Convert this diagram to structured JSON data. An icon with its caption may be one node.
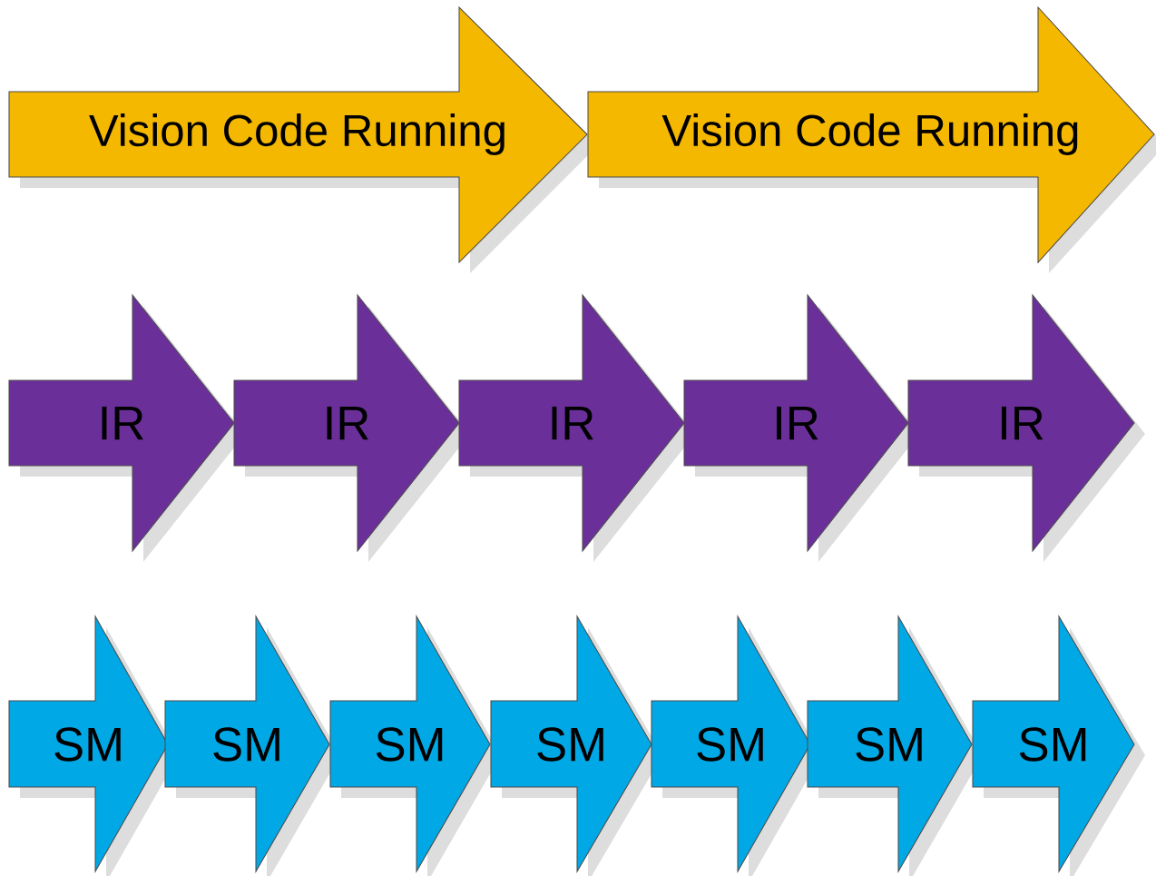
{
  "diagram": {
    "nodes": [
      {
        "text": [
          "Vision Code Running"
        ]
      },
      {
        "text": [
          "Vision Code Running"
        ]
      },
      {
        "text": [
          "IR"
        ]
      },
      {
        "text": [
          "IR"
        ]
      },
      {
        "text": [
          "IR"
        ]
      },
      {
        "text": [
          "IR"
        ]
      },
      {
        "text": [
          "IR"
        ]
      },
      {
        "text": [
          "SM"
        ]
      },
      {
        "text": [
          "SM"
        ]
      },
      {
        "text": [
          "SM"
        ]
      },
      {
        "text": [
          "SM"
        ]
      },
      {
        "text": [
          "SM"
        ]
      },
      {
        "text": [
          "SM"
        ]
      },
      {
        "text": [
          "SM"
        ]
      }
    ]
  }
}
